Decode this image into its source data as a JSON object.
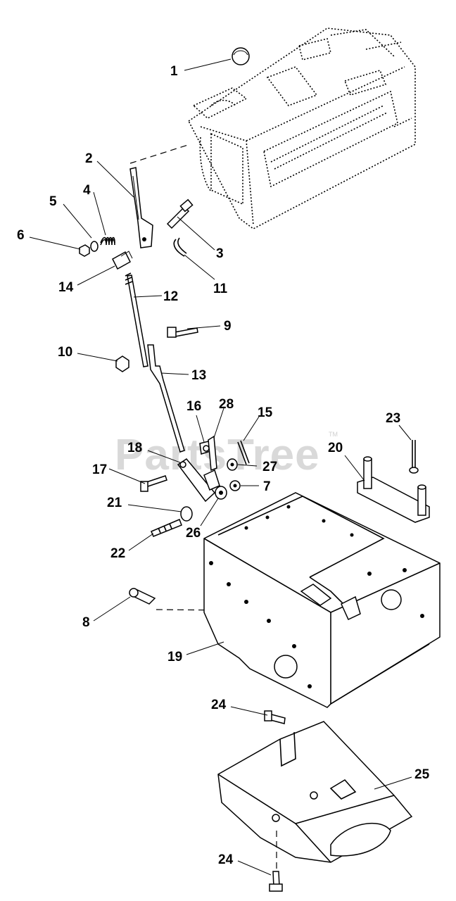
{
  "watermark": {
    "text": "PartsTree",
    "tm": "TM"
  },
  "parts": [
    {
      "key": "p1",
      "label": "1"
    },
    {
      "key": "p2",
      "label": "2"
    },
    {
      "key": "p3",
      "label": "3"
    },
    {
      "key": "p4",
      "label": "4"
    },
    {
      "key": "p5",
      "label": "5"
    },
    {
      "key": "p6",
      "label": "6"
    },
    {
      "key": "p7",
      "label": "7"
    },
    {
      "key": "p8",
      "label": "8"
    },
    {
      "key": "p9",
      "label": "9"
    },
    {
      "key": "p10",
      "label": "10"
    },
    {
      "key": "p11",
      "label": "11"
    },
    {
      "key": "p12",
      "label": "12"
    },
    {
      "key": "p13",
      "label": "13"
    },
    {
      "key": "p14",
      "label": "14"
    },
    {
      "key": "p15",
      "label": "15"
    },
    {
      "key": "p16",
      "label": "16"
    },
    {
      "key": "p17",
      "label": "17"
    },
    {
      "key": "p18",
      "label": "18"
    },
    {
      "key": "p19",
      "label": "19"
    },
    {
      "key": "p20",
      "label": "20"
    },
    {
      "key": "p21",
      "label": "21"
    },
    {
      "key": "p22",
      "label": "22"
    },
    {
      "key": "p23",
      "label": "23"
    },
    {
      "key": "p24a",
      "label": "24"
    },
    {
      "key": "p24b",
      "label": "24"
    },
    {
      "key": "p25",
      "label": "25"
    },
    {
      "key": "p26",
      "label": "26"
    },
    {
      "key": "p27",
      "label": "27"
    },
    {
      "key": "p28",
      "label": "28"
    }
  ]
}
